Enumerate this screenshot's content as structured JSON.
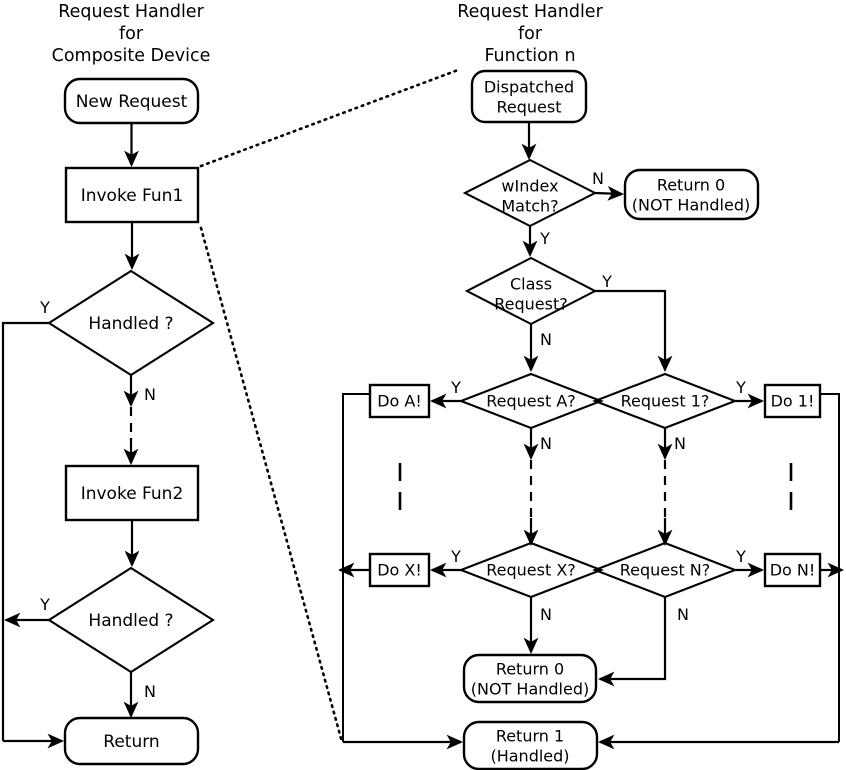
{
  "diagram": {
    "title_left": [
      "Request Handler",
      "for",
      "Composite Device"
    ],
    "title_right": [
      "Request Handler",
      "for",
      "Function n"
    ],
    "left_flow": {
      "nodes": [
        {
          "id": "new-request",
          "shape": "terminator",
          "label": "New Request"
        },
        {
          "id": "invoke-fun1",
          "shape": "process",
          "label": "Invoke Fun1"
        },
        {
          "id": "handled-1",
          "shape": "decision",
          "label": "Handled ?"
        },
        {
          "id": "invoke-fun2",
          "shape": "process",
          "label": "Invoke Fun2"
        },
        {
          "id": "handled-2",
          "shape": "decision",
          "label": "Handled ?"
        },
        {
          "id": "return",
          "shape": "terminator",
          "label": "Return"
        }
      ],
      "edge_labels": {
        "handled1_yes": "Y",
        "handled1_no": "N",
        "handled2_yes": "Y",
        "handled2_no": "N"
      }
    },
    "right_flow": {
      "nodes": [
        {
          "id": "dispatched-request",
          "shape": "terminator",
          "label_line1": "Dispatched",
          "label_line2": "Request"
        },
        {
          "id": "windex-match",
          "shape": "decision",
          "label_line1": "wIndex",
          "label_line2": "Match?"
        },
        {
          "id": "return0-top",
          "shape": "terminator",
          "label_line1": "Return 0",
          "label_line2": "(NOT Handled)"
        },
        {
          "id": "class-request",
          "shape": "decision",
          "label_line1": "Class",
          "label_line2": "Request?"
        },
        {
          "id": "request-a",
          "shape": "decision",
          "label": "Request A?"
        },
        {
          "id": "do-a",
          "shape": "process",
          "label": "Do A!"
        },
        {
          "id": "request-x",
          "shape": "decision",
          "label": "Request X?"
        },
        {
          "id": "do-x",
          "shape": "process",
          "label": "Do X!"
        },
        {
          "id": "request-1",
          "shape": "decision",
          "label": "Request 1?"
        },
        {
          "id": "do-1",
          "shape": "process",
          "label": "Do 1!"
        },
        {
          "id": "request-n",
          "shape": "decision",
          "label": "Request N?"
        },
        {
          "id": "do-n",
          "shape": "process",
          "label": "Do N!"
        },
        {
          "id": "return0-bottom",
          "shape": "terminator",
          "label_line1": "Return 0",
          "label_line2": "(NOT Handled)"
        },
        {
          "id": "return1-bottom",
          "shape": "terminator",
          "label_line1": "Return 1",
          "label_line2": "(Handled)"
        }
      ],
      "edge_labels": {
        "windex_no": "N",
        "windex_yes": "Y",
        "class_yes": "Y",
        "class_no": "N",
        "request_a_yes": "Y",
        "request_a_no": "N",
        "request_x_yes": "Y",
        "request_x_no": "N",
        "request_1_yes": "Y",
        "request_1_no": "N",
        "request_n_yes": "Y",
        "request_n_no": "N"
      }
    },
    "colors": {
      "stroke": "#000000",
      "fill": "#ffffff",
      "background": "#ffffff"
    }
  }
}
